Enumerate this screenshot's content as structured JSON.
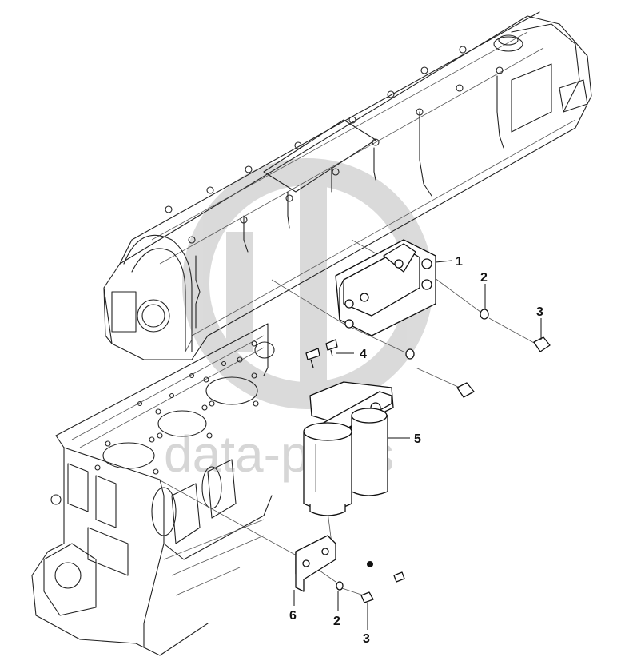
{
  "watermark": {
    "logo_letters": "GD",
    "text": "data-parts",
    "color": "#cfcfcf"
  },
  "callouts": [
    {
      "id": "c1",
      "label": "1"
    },
    {
      "id": "c2a",
      "label": "2"
    },
    {
      "id": "c3a",
      "label": "3"
    },
    {
      "id": "c4",
      "label": "4"
    },
    {
      "id": "c5",
      "label": "5"
    },
    {
      "id": "c6",
      "label": "6"
    },
    {
      "id": "c2b",
      "label": "2"
    },
    {
      "id": "c3b",
      "label": "3"
    }
  ]
}
